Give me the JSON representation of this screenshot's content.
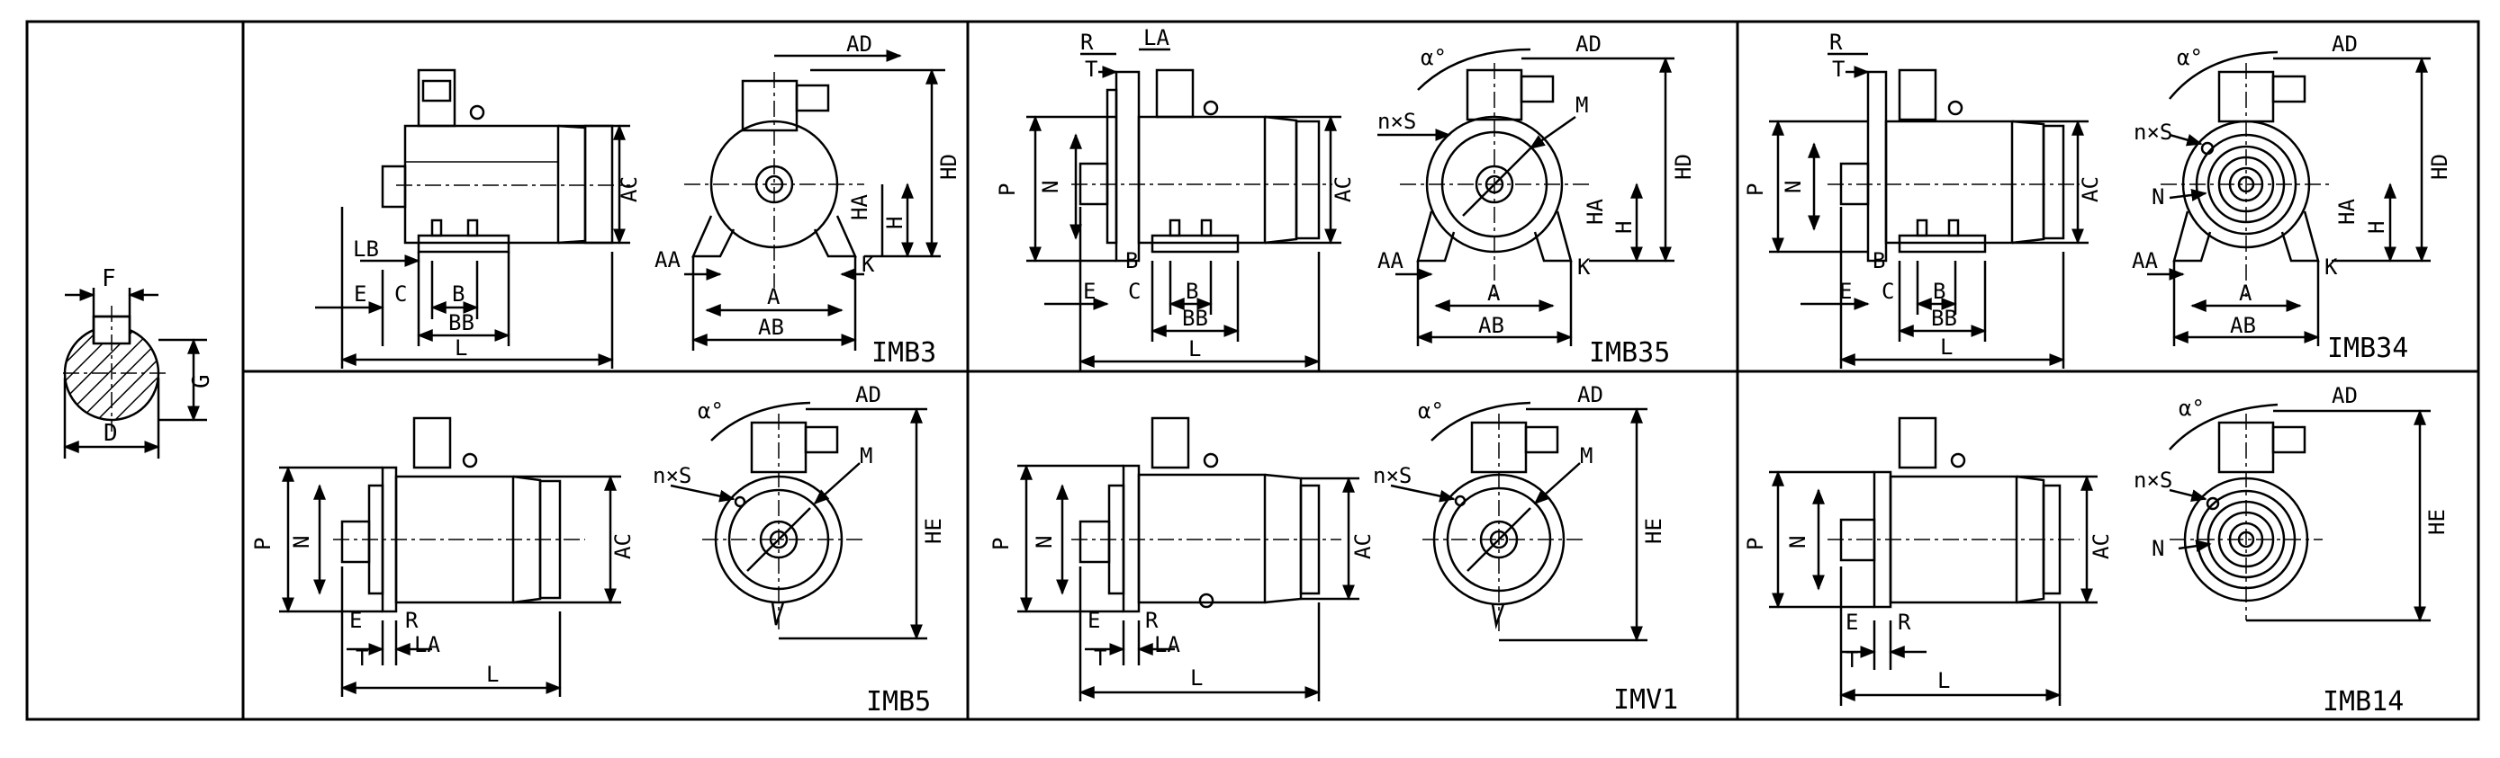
{
  "shaft_section": {
    "labels": {
      "F": "F",
      "G": "G",
      "D": "D"
    }
  },
  "views": [
    {
      "id": "imb3",
      "label": "IMB3",
      "side": {
        "AC": "AC",
        "LB": "LB",
        "E": "E",
        "C": "C",
        "B": "B",
        "BB": "BB",
        "L": "L"
      },
      "front": {
        "AD": "AD",
        "HD": "HD",
        "HA": "HA",
        "H": "H",
        "AA": "AA",
        "K": "K",
        "A": "A",
        "AB": "AB"
      }
    },
    {
      "id": "imb35",
      "label": "IMB35",
      "side": {
        "R": "R",
        "LA": "LA",
        "T": "T",
        "P": "P",
        "N": "N",
        "AC": "AC",
        "B_small": "B",
        "E": "E",
        "C": "C",
        "B": "B",
        "BB": "BB",
        "L": "L"
      },
      "front": {
        "alpha": "α°",
        "AD": "AD",
        "nxS": "n×S",
        "M": "M",
        "HD": "HD",
        "HA": "HA",
        "H": "H",
        "AA": "AA",
        "K": "K",
        "A": "A",
        "AB": "AB"
      }
    },
    {
      "id": "imb34",
      "label": "IMB34",
      "side": {
        "R": "R",
        "T": "T",
        "P": "P",
        "N": "N",
        "AC": "AC",
        "B_small": "B",
        "E": "E",
        "C": "C",
        "B": "B",
        "BB": "BB",
        "L": "L"
      },
      "front": {
        "alpha": "α°",
        "AD": "AD",
        "nxS": "n×S",
        "N": "N",
        "HD": "HD",
        "HA": "HA",
        "H": "H",
        "AA": "AA",
        "K": "K",
        "A": "A",
        "AB": "AB"
      }
    },
    {
      "id": "imb5",
      "label": "IMB5",
      "side": {
        "P": "P",
        "N": "N",
        "AC": "AC",
        "E": "E",
        "R": "R",
        "T": "T",
        "LA": "LA",
        "L": "L"
      },
      "front": {
        "alpha": "α°",
        "AD": "AD",
        "nxS": "n×S",
        "M": "M",
        "HE": "HE"
      }
    },
    {
      "id": "imv1",
      "label": "IMV1",
      "side": {
        "P": "P",
        "N": "N",
        "AC": "AC",
        "E": "E",
        "R": "R",
        "T": "T",
        "LA": "LA",
        "L": "L"
      },
      "front": {
        "alpha": "α°",
        "AD": "AD",
        "nxS": "n×S",
        "M": "M",
        "HE": "HE"
      }
    },
    {
      "id": "imb14",
      "label": "IMB14",
      "side": {
        "P": "P",
        "N": "N",
        "AC": "AC",
        "E": "E",
        "R": "R",
        "T": "T",
        "L": "L"
      },
      "front": {
        "alpha": "α°",
        "AD": "AD",
        "nxS": "n×S",
        "N": "N",
        "HE": "HE"
      }
    }
  ]
}
